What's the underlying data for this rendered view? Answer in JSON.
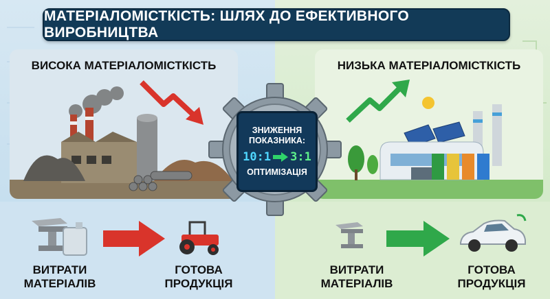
{
  "title": "МАТЕРІАЛОМІСТКІСТЬ: ШЛЯХ ДО ЕФЕКТИВНОГО ВИРОБНИЦТВА",
  "left_panel": {
    "heading": "ВИСОКА МАТЕРІАЛОМІСТКІСТЬ"
  },
  "right_panel": {
    "heading": "НИЗЬКА МАТЕРІАЛОМІСТКІСТЬ"
  },
  "center": {
    "line1": "ЗНИЖЕННЯ",
    "line2": "ПОКАЗНИКА:",
    "ratio_from": "10:1",
    "ratio_to": "3:1",
    "line3": "ОПТИМІЗАЦІЯ"
  },
  "bottom_left": {
    "input_label": "ВИТРАТИ МАТЕРІАЛІВ",
    "output_label": "ГОТОВА ПРОДУКЦІЯ"
  },
  "bottom_right": {
    "input_label": "ВИТРАТИ МАТЕРІАЛІВ",
    "output_label": "ГОТОВА ПРОДУКЦІЯ"
  },
  "icons": [
    "factory-icon",
    "red-down-arrow-icon",
    "green-up-arrow-icon",
    "eco-factory-icon",
    "gear-icon",
    "steel-beam-icon",
    "canister-icon",
    "tractor-icon",
    "electric-car-icon",
    "recycle-bin-icon"
  ],
  "colors": {
    "title_bg": "#123a57",
    "down_arrow": "#d9342b",
    "up_arrow": "#2fa84a",
    "ratio_old": "#4fd6ff",
    "ratio_new": "#5ef08a"
  }
}
